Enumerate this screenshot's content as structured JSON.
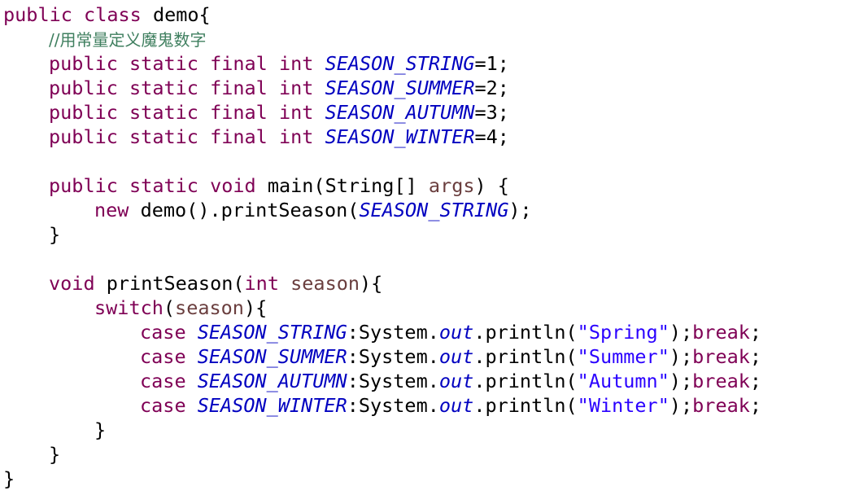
{
  "colors": {
    "keyword": "#7f0055",
    "field": "#0000c0",
    "string": "#2a00ff",
    "comment": "#3f7f5f",
    "variable": "#6a3e3e",
    "text": "#000000",
    "background": "#ffffff"
  },
  "code": {
    "l1": {
      "kw1": "public",
      "kw2": "class",
      "name": "demo{"
    },
    "l2": {
      "comment": "//用常量定义魔鬼数字"
    },
    "consts": [
      {
        "mods": "public static final int",
        "name": "SEASON_STRING",
        "value": "=1;"
      },
      {
        "mods": "public static final int",
        "name": "SEASON_SUMMER",
        "value": "=2;"
      },
      {
        "mods": "public static final int",
        "name": "SEASON_AUTUMN",
        "value": "=3;"
      },
      {
        "mods": "public static final int",
        "name": "SEASON_WINTER",
        "value": "=4;"
      }
    ],
    "main": {
      "mods": "public static void",
      "sig": "main(String[]",
      "arg": "args",
      "open": ") {",
      "new_kw": "new",
      "call": "demo().printSeason(",
      "call_arg": "SEASON_STRING",
      "call_end": ");",
      "close": "}"
    },
    "print": {
      "kw_void": "void",
      "name": "printSeason(",
      "kw_int": "int",
      "param": "season",
      "open": "){",
      "switch_kw": "switch",
      "switch_open": "(",
      "switch_var": "season",
      "switch_close": "){",
      "cases": [
        {
          "kw": "case",
          "const": "SEASON_STRING",
          "pre": ":System.",
          "out": "out",
          "mid": ".println(",
          "str": "\"Spring\"",
          "post": ");",
          "brk": "break",
          "end": ";"
        },
        {
          "kw": "case",
          "const": "SEASON_SUMMER",
          "pre": ":System.",
          "out": "out",
          "mid": ".println(",
          "str": "\"Summer\"",
          "post": ");",
          "brk": "break",
          "end": ";"
        },
        {
          "kw": "case",
          "const": "SEASON_AUTUMN",
          "pre": ":System.",
          "out": "out",
          "mid": ".println(",
          "str": "\"Autumn\"",
          "post": ");",
          "brk": "break",
          "end": ";"
        },
        {
          "kw": "case",
          "const": "SEASON_WINTER",
          "pre": ":System.",
          "out": "out",
          "mid": ".println(",
          "str": "\"Winter\"",
          "post": ");",
          "brk": "break",
          "end": ";"
        }
      ],
      "switch_end": "}",
      "method_end": "}"
    },
    "class_end": "}"
  }
}
